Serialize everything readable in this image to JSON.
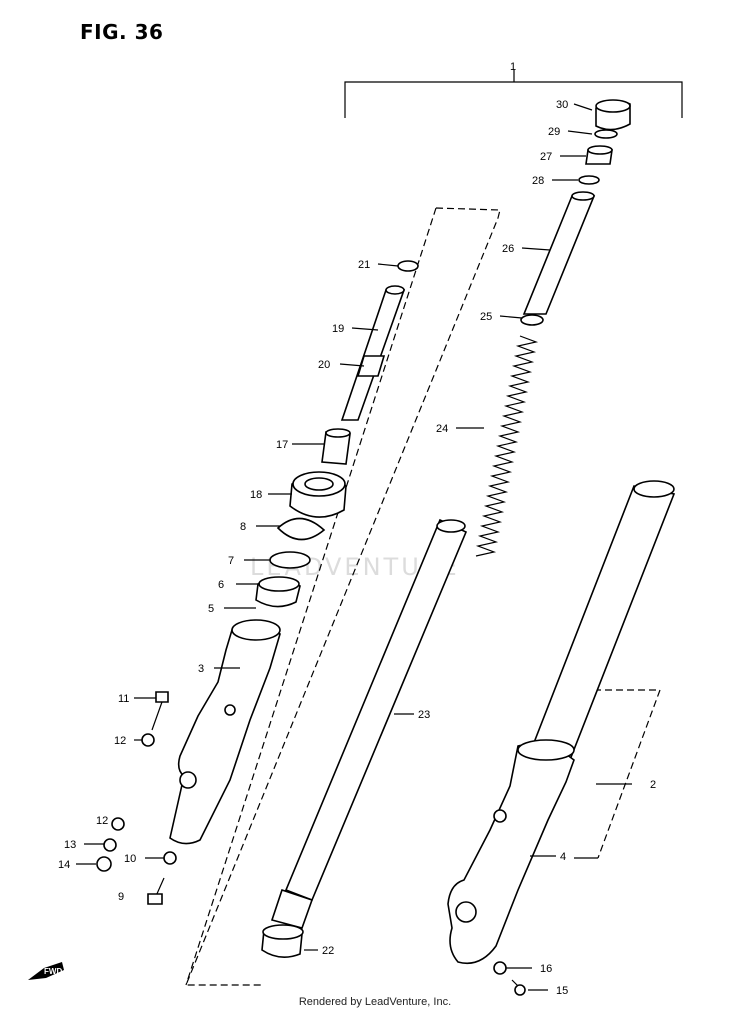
{
  "figure": {
    "title": "FIG. 36"
  },
  "watermark": "LEADVENTURE",
  "footer": "Rendered by LeadVenture, Inc.",
  "direction_marker": "FWD",
  "callouts": [
    "1",
    "30",
    "29",
    "27",
    "28",
    "26",
    "21",
    "19",
    "25",
    "20",
    "24",
    "17",
    "18",
    "8",
    "7",
    "6",
    "5",
    "3",
    "23",
    "11",
    "12",
    "2",
    "12",
    "13",
    "10",
    "14",
    "4",
    "9",
    "22",
    "16",
    "15"
  ]
}
